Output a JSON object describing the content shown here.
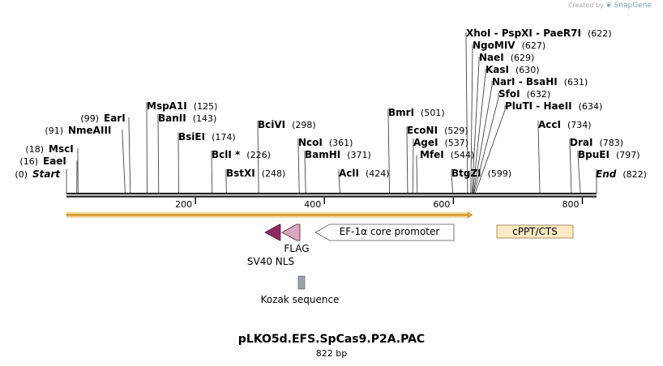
{
  "credit": {
    "prefix": "Created by",
    "brand": "SnapGene"
  },
  "map": {
    "name": "pLKO5d.EFS.SpCas9.P2A.PAC",
    "size_label": "822 bp",
    "length": 822,
    "ticks": [
      200,
      400,
      600,
      800
    ]
  },
  "sites": [
    {
      "name": "Start",
      "pos": 0,
      "pos_label": "(0)",
      "italic": true
    },
    {
      "name": "EaeI",
      "pos": 16,
      "pos_label": "(16)"
    },
    {
      "name": "MscI",
      "pos": 18,
      "pos_label": "(18)"
    },
    {
      "name": "NmeAIII",
      "pos": 91,
      "pos_label": "(91)"
    },
    {
      "name": "EarI",
      "pos": 99,
      "pos_label": "(99)"
    },
    {
      "name": "MspA1I",
      "pos": 125,
      "pos_label": "(125)"
    },
    {
      "name": "BanII",
      "pos": 143,
      "pos_label": "(143)"
    },
    {
      "name": "BsiEI",
      "pos": 174,
      "pos_label": "(174)"
    },
    {
      "name": "BclI *",
      "pos": 226,
      "pos_label": "(226)"
    },
    {
      "name": "BstXI",
      "pos": 248,
      "pos_label": "(248)"
    },
    {
      "name": "BciVI",
      "pos": 298,
      "pos_label": "(298)"
    },
    {
      "name": "NcoI",
      "pos": 361,
      "pos_label": "(361)"
    },
    {
      "name": "BamHI",
      "pos": 371,
      "pos_label": "(371)"
    },
    {
      "name": "AclI",
      "pos": 424,
      "pos_label": "(424)"
    },
    {
      "name": "BmrI",
      "pos": 501,
      "pos_label": "(501)"
    },
    {
      "name": "EcoNI",
      "pos": 529,
      "pos_label": "(529)"
    },
    {
      "name": "AgeI",
      "pos": 537,
      "pos_label": "(537)"
    },
    {
      "name": "MfeI",
      "pos": 544,
      "pos_label": "(544)"
    },
    {
      "name": "BtgZI",
      "pos": 599,
      "pos_label": "(599)"
    },
    {
      "name": "XhoI  - PspXI  - PaeR7I",
      "pos": 622,
      "pos_label": "(622)"
    },
    {
      "name": "NgoMIV",
      "pos": 627,
      "pos_label": "(627)"
    },
    {
      "name": "NaeI",
      "pos": 629,
      "pos_label": "(629)"
    },
    {
      "name": "KasI",
      "pos": 630,
      "pos_label": "(630)"
    },
    {
      "name": "NarI  - BsaHI",
      "pos": 631,
      "pos_label": "(631)"
    },
    {
      "name": "SfoI",
      "pos": 632,
      "pos_label": "(632)"
    },
    {
      "name": "PluTI  - HaeII",
      "pos": 634,
      "pos_label": "(634)"
    },
    {
      "name": "AccI",
      "pos": 734,
      "pos_label": "(734)"
    },
    {
      "name": "DraI",
      "pos": 783,
      "pos_label": "(783)"
    },
    {
      "name": "BpuEI",
      "pos": 797,
      "pos_label": "(797)"
    },
    {
      "name": "End",
      "pos": 822,
      "pos_label": "(822)",
      "italic": true
    }
  ],
  "features": [
    {
      "name": "EF-1α core promoter",
      "start": 389,
      "end": 600,
      "direction": "reverse",
      "fill": "#ffffff",
      "label_inside": true
    },
    {
      "name": "cPPT/CTS",
      "start": 665,
      "end": 783,
      "direction": "none",
      "fill": "#fde9c4",
      "label_inside": true
    },
    {
      "name": "FLAG",
      "start": 331,
      "end": 356,
      "direction": "reverse",
      "fill": "#d8a9be",
      "label_inside": false
    },
    {
      "name": "SV40 NLS",
      "start": 305,
      "end": 331,
      "direction": "reverse",
      "fill": "#8e2a5b",
      "label_inside": false
    },
    {
      "name": "Kozak sequence",
      "start": 358,
      "end": 368,
      "direction": "none",
      "fill": "#9ca3aa",
      "label_inside": false
    }
  ],
  "orf": {
    "start": 0,
    "end": 653,
    "color": "#e9a832"
  }
}
